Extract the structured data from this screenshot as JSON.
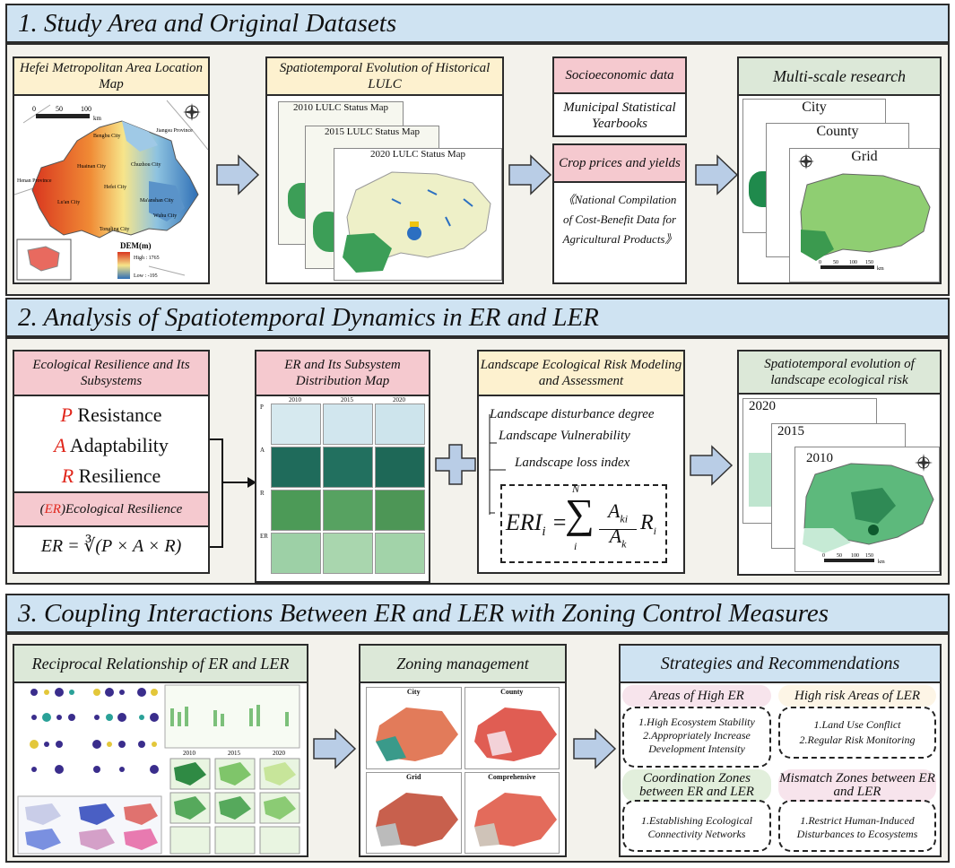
{
  "section1": {
    "header": "1. Study Area and Original Datasets",
    "panel_location": {
      "title": "Hefei Metropolitan Area Location Map",
      "scale_ticks": [
        "0",
        "50",
        "100"
      ],
      "scale_unit": "km",
      "labels": [
        "Jiangsu Province",
        "Bengbu City",
        "Huainan City",
        "Chuzhou City",
        "Hefei City",
        "Lu'an City",
        "Ma'anshan City",
        "Wuhu City",
        "Henan Province",
        "Tongling City"
      ],
      "legend_title": "DEM(m)",
      "legend_high": "High : 1765",
      "legend_low": "Low : -195"
    },
    "panel_lulc": {
      "title": "Spatiotemporal Evolution of Historical LULC",
      "maps": [
        "2010 LULC Status Map",
        "2015 LULC Status Map",
        "2020 LULC Status Map"
      ]
    },
    "panel_socio": {
      "title": "Socioeconomic data",
      "body": "Municipal Statistical Yearbooks"
    },
    "panel_crop": {
      "title": "Crop prices and yields",
      "body": "《National Compilation of Cost-Benefit Data for Agricultural Products》"
    },
    "panel_multiscale": {
      "title": "Multi-scale research",
      "maps": [
        "City",
        "County",
        "Grid"
      ],
      "scale_ticks": [
        "0",
        "50",
        "100",
        "150"
      ],
      "scale_unit": "km"
    }
  },
  "section2": {
    "header": "2. Analysis of Spatiotemporal Dynamics in ER and LER",
    "panel_er": {
      "title": "Ecological Resilience and Its Subsystems",
      "items": [
        {
          "letter": "P",
          "label": "Resistance"
        },
        {
          "letter": "A",
          "label": "Adaptability"
        },
        {
          "letter": "R",
          "label": "Resilience"
        }
      ],
      "er_tag": "ER",
      "er_label": "Ecological Resilience",
      "formula": "ER = ∛(P × A × R)"
    },
    "panel_dist": {
      "title": "ER and Its Subsystem Distribution Map",
      "years": [
        "2010",
        "2015",
        "2020"
      ],
      "rows": [
        "P",
        "A",
        "R",
        "ER"
      ]
    },
    "panel_ler": {
      "title": "Landscape Ecological Risk Modeling and Assessment",
      "items": [
        "Landscape disturbance degree",
        "Landscape Vulnerability",
        "Landscape loss index"
      ],
      "formula_lhs": "ERI",
      "formula_sub": "i",
      "formula_top": "N",
      "formula_bottom": "i",
      "frac_num": "A",
      "frac_num_sub": "ki",
      "frac_den": "A",
      "frac_den_sub": "k",
      "formula_r": "R",
      "formula_r_sub": "i"
    },
    "panel_evo": {
      "title": "Spatiotemporal evolution of landscape ecological risk",
      "maps": [
        "2020",
        "2015",
        "2010"
      ],
      "scale_ticks": [
        "0",
        "50",
        "100",
        "150"
      ],
      "scale_unit": "km"
    }
  },
  "section3": {
    "header": "3. Coupling Interactions Between ER and LER with Zoning Control Measures",
    "panel_recip": {
      "title": "Reciprocal Relationship of ER and LER",
      "years": [
        "2010",
        "2015",
        "2020"
      ]
    },
    "panel_zoning": {
      "title": "Zoning management",
      "maps": [
        "City",
        "County",
        "Grid",
        "Comprehensive"
      ]
    },
    "panel_strat": {
      "title": "Strategies and Recommendations",
      "groups": [
        {
          "label": "Areas of High ER",
          "lines": [
            "1.High Ecosystem Stability",
            "2.Appropriately Increase Development Intensity"
          ]
        },
        {
          "label": "High risk Areas of LER",
          "lines": [
            "1.Land Use Conflict",
            "2.Regular Risk Monitoring"
          ]
        },
        {
          "label": "Coordination Zones between ER and LER",
          "lines": [
            "1.Establishing Ecological Connectivity Networks"
          ]
        },
        {
          "label": "Mismatch Zones between ER and LER",
          "lines": [
            "1.Restrict Human-Induced Disturbances to Ecosystems"
          ]
        }
      ]
    }
  },
  "colors": {
    "header_bg": "#cfe3f2",
    "section_bg": "#f3f2ec",
    "arrow_fill": "#b9cde6",
    "red": "#e0261b",
    "green_dark": "#1f7a44",
    "green_light": "#8fce72"
  }
}
